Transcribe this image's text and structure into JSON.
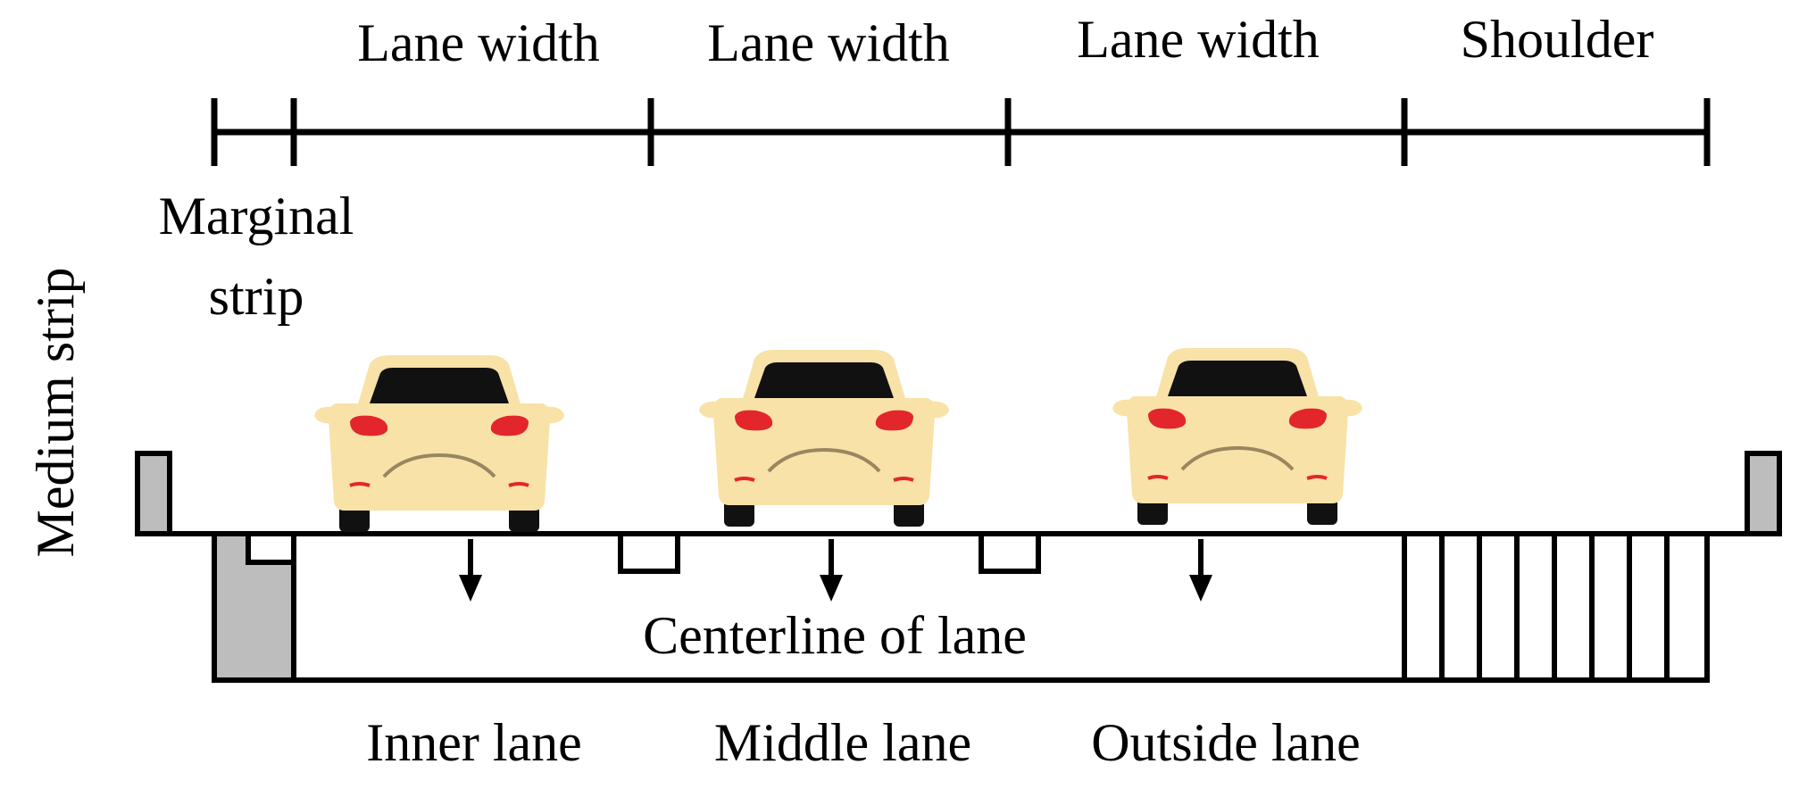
{
  "top_labels": {
    "lane_width_1": "Lane width",
    "lane_width_2": "Lane width",
    "lane_width_3": "Lane width",
    "shoulder": "Shoulder"
  },
  "side_labels": {
    "marginal_strip_line1": "Marginal",
    "marginal_strip_line2": "strip",
    "medium_strip": "Medium strip"
  },
  "center_label": "Centerline of lane",
  "lane_labels": {
    "inner": "Inner lane",
    "middle": "Middle lane",
    "outside": "Outside lane"
  },
  "colors": {
    "car_body": "#F8E2A8",
    "car_window": "#111111",
    "tail_light": "#E3262B",
    "median_fill": "#BDBDBD",
    "line": "#000000"
  }
}
